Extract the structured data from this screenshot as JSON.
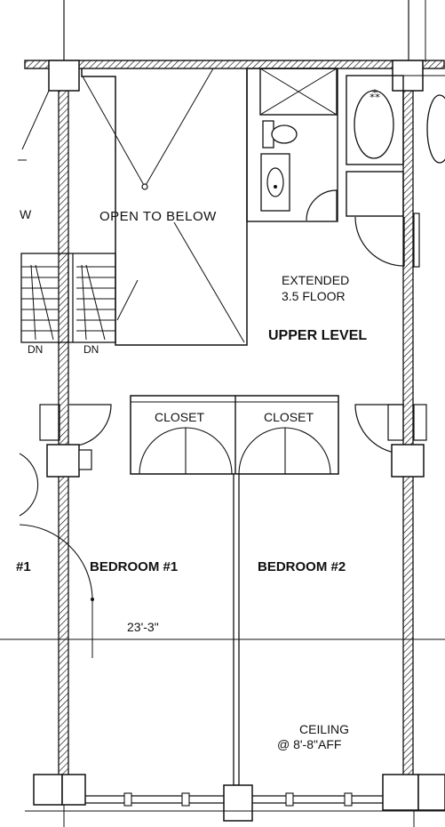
{
  "plan": {
    "labels": {
      "stair_w": "W",
      "open_to_below": "OPEN TO BELOW",
      "extended_line1": "EXTENDED",
      "extended_line2": "3.5 FLOOR",
      "upper_level": "UPPER LEVEL",
      "dn_left": "DN",
      "dn_right": "DN",
      "closet_left": "CLOSET",
      "closet_right": "CLOSET",
      "bedroom_partial": "#1",
      "bedroom_1": "BEDROOM #1",
      "bedroom_2": "BEDROOM #2",
      "dimension": "23'-3\"",
      "ceiling_line1": "CEILING",
      "ceiling_line2": "@ 8'-8\"AFF"
    }
  }
}
